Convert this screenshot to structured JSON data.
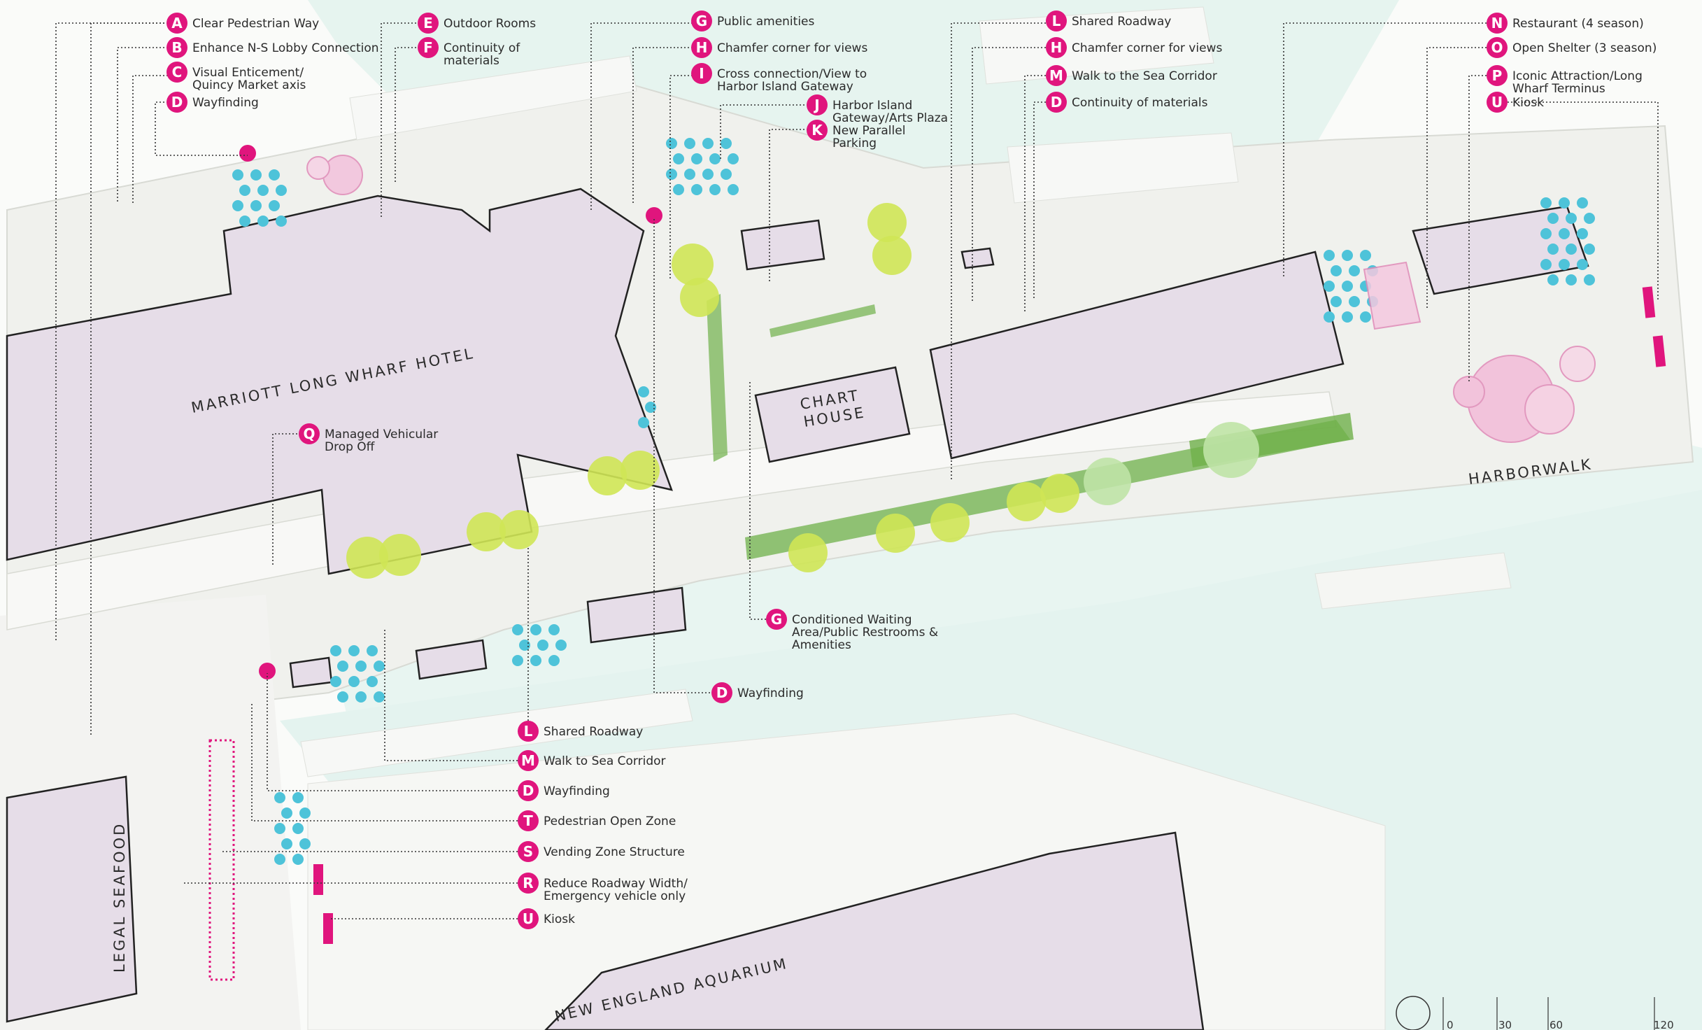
{
  "colors": {
    "accent": "#e0157d",
    "building_fill": "#e6dde8",
    "tree_green": "#cfe655",
    "planting_green": "#6fb04a",
    "seating_blue": "#4ec3d9",
    "water": "#e3f3f0",
    "plaza": "#f1f2ee"
  },
  "buildings": {
    "marriott": "MARRIOTT LONG WHARF HOTEL",
    "chart_house_1": "CHART",
    "chart_house_2": "HOUSE",
    "legal_seafood": "LEGAL SEAFOOD",
    "aquarium": "NEW ENGLAND AQUARIUM",
    "harborwalk": "HARBORWALK"
  },
  "callouts": [
    {
      "letter": "A",
      "lines": [
        "Clear Pedestrian Way"
      ]
    },
    {
      "letter": "B",
      "lines": [
        "Enhance N-S Lobby Connection"
      ]
    },
    {
      "letter": "C",
      "lines": [
        "Visual Enticement/",
        "Quincy Market axis"
      ]
    },
    {
      "letter": "D",
      "lines": [
        "Wayfinding"
      ]
    },
    {
      "letter": "E",
      "lines": [
        "Outdoor Rooms"
      ]
    },
    {
      "letter": "F",
      "lines": [
        "Continuity of",
        "materials"
      ]
    },
    {
      "letter": "G",
      "lines": [
        "Public amenities"
      ]
    },
    {
      "letter": "H",
      "lines": [
        "Chamfer corner for views"
      ]
    },
    {
      "letter": "I",
      "lines": [
        "Cross connection/View to",
        "Harbor Island Gateway"
      ]
    },
    {
      "letter": "J",
      "lines": [
        "Harbor Island",
        "Gateway/Arts Plaza"
      ]
    },
    {
      "letter": "K",
      "lines": [
        "New Parallel",
        "Parking"
      ]
    },
    {
      "letter": "L",
      "lines": [
        "Shared Roadway"
      ]
    },
    {
      "letter": "H",
      "lines": [
        "Chamfer corner for views"
      ]
    },
    {
      "letter": "M",
      "lines": [
        "Walk to the Sea Corridor"
      ]
    },
    {
      "letter": "D",
      "lines": [
        "Continuity of materials"
      ]
    },
    {
      "letter": "N",
      "lines": [
        "Restaurant (4 season)"
      ]
    },
    {
      "letter": "O",
      "lines": [
        "Open Shelter (3 season)"
      ]
    },
    {
      "letter": "P",
      "lines": [
        "Iconic Attraction/Long",
        "Wharf Terminus"
      ]
    },
    {
      "letter": "U",
      "lines": [
        "Kiosk"
      ]
    },
    {
      "letter": "Q",
      "lines": [
        "Managed Vehicular",
        "Drop Off"
      ]
    },
    {
      "letter": "G",
      "lines": [
        "Conditioned Waiting",
        "Area/Public Restrooms &",
        "Amenities"
      ]
    },
    {
      "letter": "D",
      "lines": [
        "Wayfinding"
      ]
    },
    {
      "letter": "L",
      "lines": [
        "Shared Roadway"
      ]
    },
    {
      "letter": "M",
      "lines": [
        "Walk to Sea Corridor"
      ]
    },
    {
      "letter": "D",
      "lines": [
        "Wayfinding"
      ]
    },
    {
      "letter": "T",
      "lines": [
        "Pedestrian Open Zone"
      ]
    },
    {
      "letter": "S",
      "lines": [
        "Vending Zone Structure"
      ]
    },
    {
      "letter": "R",
      "lines": [
        "Reduce Roadway Width/",
        "Emergency vehicle only"
      ]
    },
    {
      "letter": "U",
      "lines": [
        "Kiosk"
      ]
    }
  ],
  "scale_bar": {
    "ticks": [
      "0",
      "30",
      "60",
      "120"
    ]
  }
}
